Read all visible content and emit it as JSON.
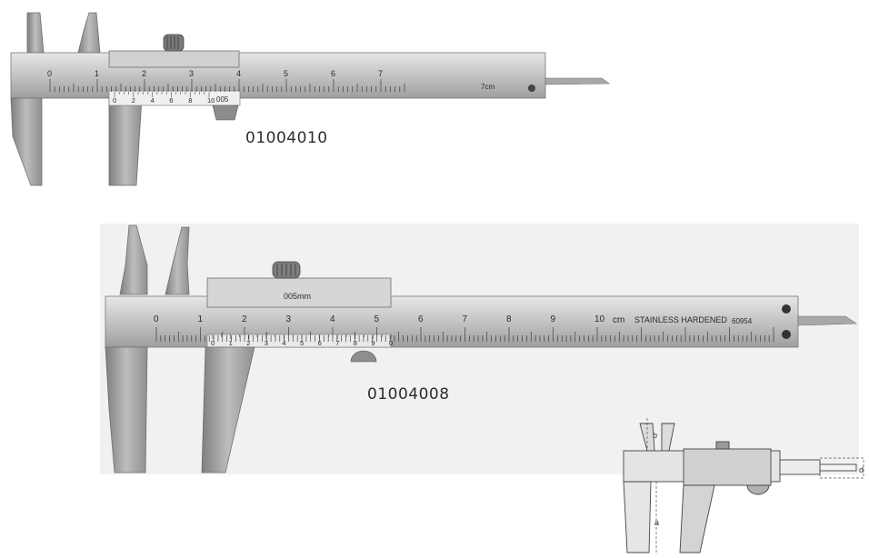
{
  "caliper_small": {
    "part_number": "01004010",
    "main_scale_numbers": [
      "0",
      "1",
      "2",
      "3",
      "4",
      "5",
      "6",
      "7"
    ],
    "unit_label": "7cm",
    "vernier_numbers": [
      "0",
      "2",
      "4",
      "6",
      "8",
      "10"
    ],
    "vernier_precision": "005"
  },
  "caliper_large": {
    "part_number": "01004008",
    "main_scale_numbers": [
      "0",
      "1",
      "2",
      "3",
      "4",
      "5",
      "6",
      "7",
      "8",
      "9",
      "10"
    ],
    "unit_label": "cm",
    "material_text": "STAINLESS HARDENED",
    "model_number": "60954",
    "slider_label": "005mm",
    "vernier_numbers": [
      "0",
      "1",
      "2",
      "3",
      "4",
      "5",
      "6",
      "7",
      "8",
      "9",
      "0"
    ]
  },
  "diagram": {
    "labels": [
      "b",
      "a",
      "d"
    ]
  },
  "colors": {
    "steel_light": "#d9d9d9",
    "steel_mid": "#b4b4b4",
    "steel_dark": "#8a8a8a",
    "ink": "#2a2a2a",
    "background_panel": "#f1f1f1"
  }
}
